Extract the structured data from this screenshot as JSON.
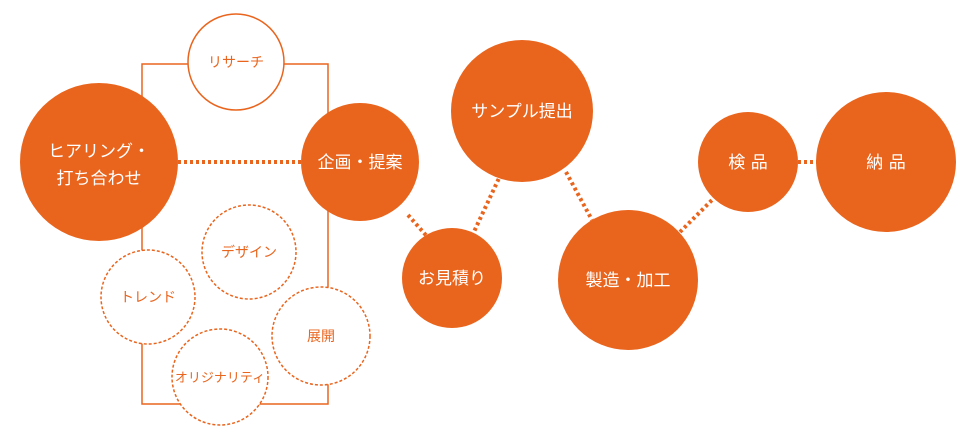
{
  "colors": {
    "accent": "#e9651e",
    "background": "#ffffff"
  },
  "nodes": {
    "hearing": {
      "line1": "ヒアリング・",
      "line2": "打ち合わせ"
    },
    "planning": {
      "label": "企画・提案"
    },
    "estimate": {
      "label": "お見積り"
    },
    "sample": {
      "label": "サンプル提出"
    },
    "manufacturing": {
      "label": "製造・加工"
    },
    "inspection": {
      "label": "検 品"
    },
    "delivery": {
      "label": "納 品"
    }
  },
  "sub_nodes": {
    "research": {
      "label": "リサーチ"
    },
    "design": {
      "label": "デザイン"
    },
    "trend": {
      "label": "トレンド"
    },
    "development": {
      "label": "展開"
    },
    "originality": {
      "label": "オリジナリティ"
    }
  }
}
